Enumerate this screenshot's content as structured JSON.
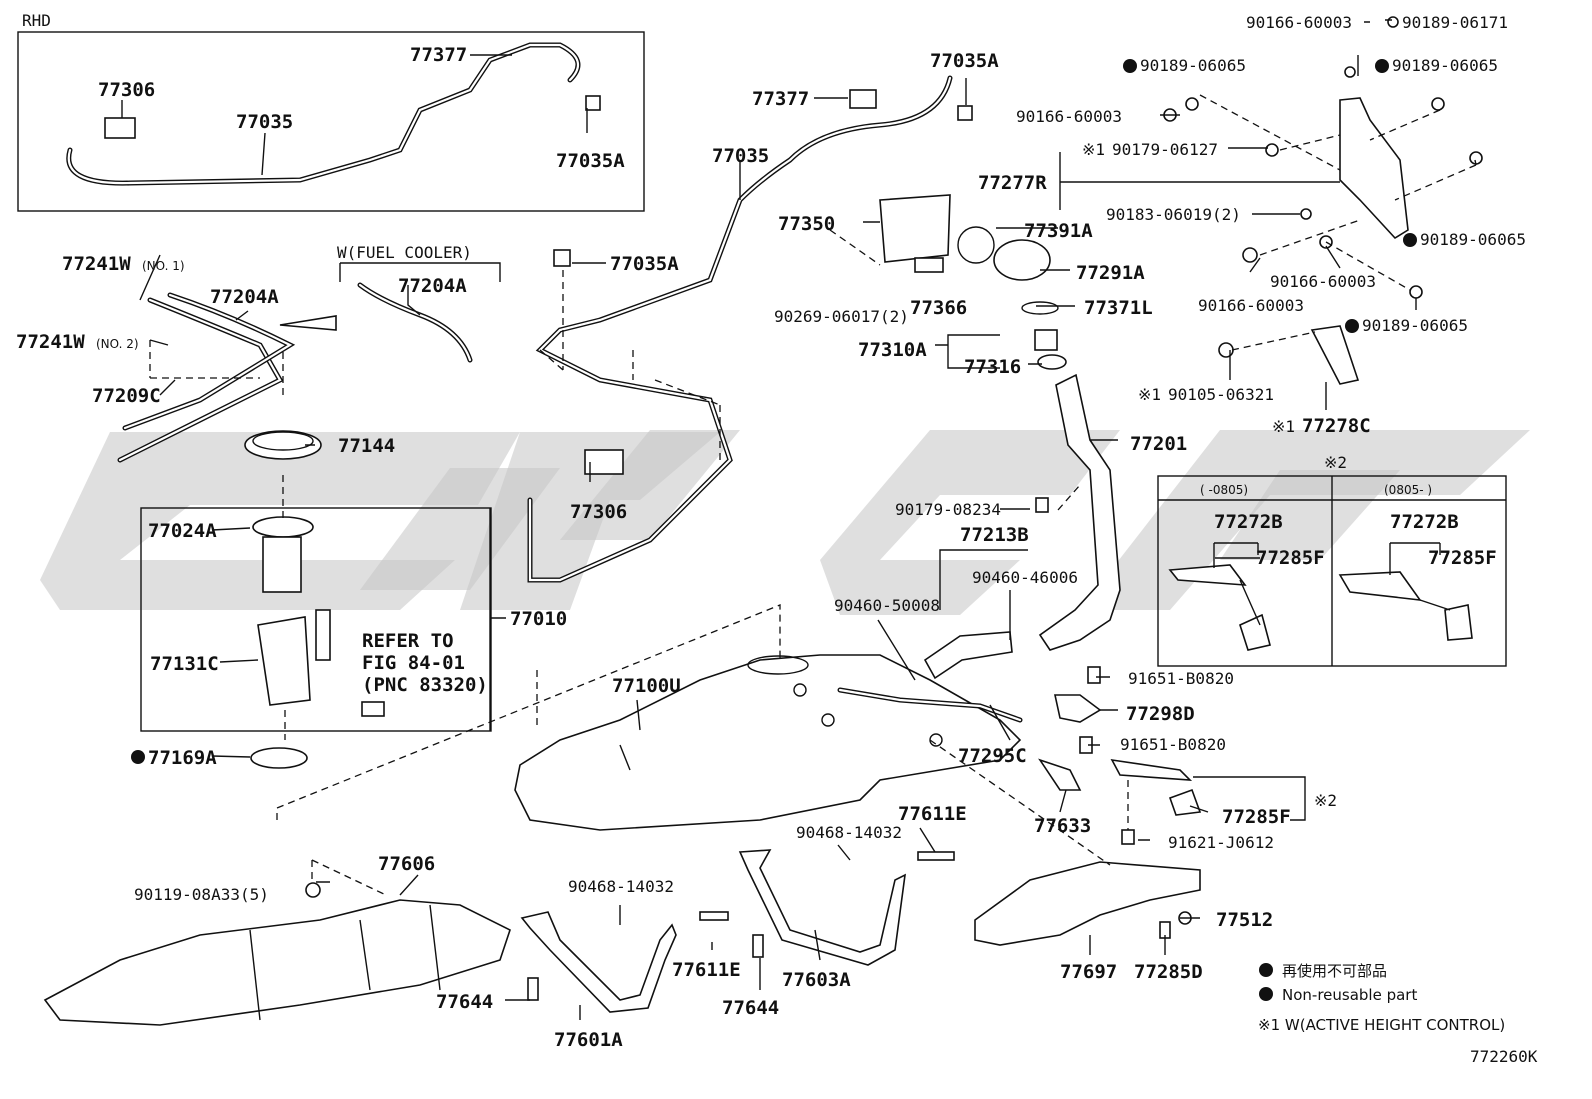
{
  "diagram": {
    "figure_code": "772260K",
    "boxes": {
      "rhd": {
        "title": "RHD",
        "labels": [
          "77377",
          "77306",
          "77035",
          "77035A"
        ]
      },
      "fuel_cooler": {
        "title": "W(FUEL COOLER)",
        "labels": [
          "77204A"
        ]
      },
      "pump_assy": {
        "label": "77010",
        "refer_to": "REFER TO",
        "refer_fig": "FIG 84-01",
        "refer_pnc": "(PNC 83320)"
      },
      "note2": {
        "mark": "※2",
        "col1": "(   -0805)",
        "col2": "(0805-   )",
        "labels": [
          "77272B",
          "77285F"
        ]
      }
    },
    "labels": {
      "l77241w_1": "77241W",
      "no1": "(NO. 1)",
      "l77241w_2": "77241W",
      "no2": "(NO. 2)",
      "l77204a": "77204A",
      "l77209c": "77209C",
      "l77144": "77144",
      "l77024a": "77024A",
      "l77131c": "77131C",
      "l77169a": "77169A",
      "l77377": "77377",
      "l77035a_top": "77035A",
      "l77035": "77035",
      "l77035a_mid": "77035A",
      "l77306": "77306",
      "l77350": "77350",
      "l77391a": "77391A",
      "l77291a": "77291A",
      "l90269": "90269-06017(2)",
      "l77366": "77366",
      "l77371l": "77371L",
      "l77310a": "77310A",
      "l77316": "77316",
      "l77201": "77201",
      "l90179_08234": "90179-08234",
      "l77213b": "77213B",
      "l90460_46006": "90460-46006",
      "l90460_50008": "90460-50008",
      "l77100u": "77100U",
      "l91651_a": "91651-B0820",
      "l77298d": "77298D",
      "l91651_b": "91651-B0820",
      "l77295c": "77295C",
      "l77633": "77633",
      "l77285f": "77285F",
      "mark2": "※2",
      "l91621": "91621-J0612",
      "l90166_a": "90166-60003",
      "l90189_06171": "90189-06171",
      "l90189_a": "90189-06065",
      "l90189_b": "90189-06065",
      "l90166_b": "90166-60003",
      "l90179_06127": "90179-06127",
      "l77277r": "77277R",
      "l90183": "90183-06019(2)",
      "l90189_c": "90189-06065",
      "l90166_c": "90166-60003",
      "l90166_d": "90166-60003",
      "l90189_d": "90189-06065",
      "l90105": "90105-06321",
      "l77278c": "77278C",
      "mark1": "※1",
      "l77606": "77606",
      "l90119": "90119-08A33(5)",
      "l90468_a": "90468-14032",
      "l77611e_a": "77611E",
      "l90468_b": "90468-14032",
      "l77611e_b": "77611E",
      "l77644_a": "77644",
      "l77644_b": "77644",
      "l77601a": "77601A",
      "l77603a": "77603A",
      "l77697": "77697",
      "l77285d": "77285D",
      "l77512": "77512"
    },
    "legend": {
      "jp": "再使用不可部品",
      "en": "Non-reusable part",
      "note1": "※1 W(ACTIVE HEIGHT CONTROL)"
    }
  }
}
